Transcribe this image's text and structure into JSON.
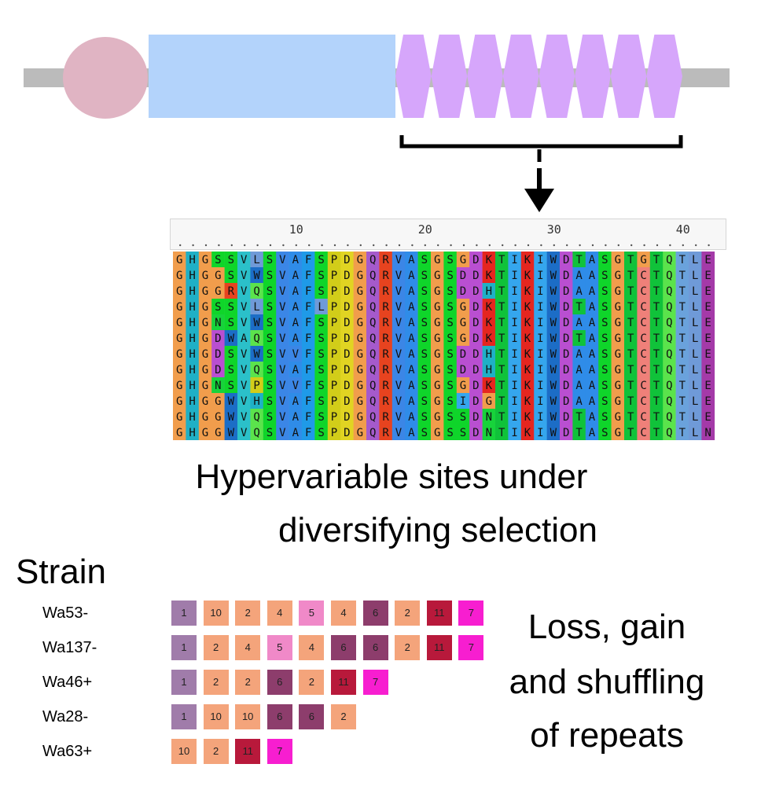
{
  "domain_diagram": {
    "colors": {
      "backbone": "#bbbbbb",
      "n_domain": "#e0b4c3",
      "middle_domain": "#b3d3fb",
      "repeat_unit": "#d6a6fb",
      "bracket": "#000000"
    },
    "repeat_unit_count": 8
  },
  "alignment": {
    "ruler_ticks": [
      "10",
      "20",
      "30",
      "40"
    ],
    "ruler_tick_positions": [
      10,
      20,
      30,
      40
    ],
    "sequences": [
      "GHGSSVLSVAFSPDGQRVASGSGDKTIKIWDTASGTGTQTLE",
      "GHGGSVWSVAFSPDGQRVASGSDDKTIKIWDAASGTCTQTLE",
      "GHGGRVQSVAFSPDGQRVASGSDDHTIKIWDAASGTCTQTLE",
      "GHGSSVLSVAFLPDGQRVASGSGDKTIKIWDTASGTCTQTLE",
      "GHGNSVWSVAFSPDGQRVASGSGDKTIKIWDAASGTCTQTLE",
      "GHGDWAQSVAFSPDGQRVASGSGDKTIKIWDTASGTCTQTLE",
      "GHGDSVWSVVFSPDGQRVASGSDDHTIKIWDAASGTCTQTLE",
      "GHGDSVQSVAFSPDGQRVASGSDDHTIKIWDAASGTCTQTLE",
      "GHGNSVPSVVFSPDGQRVASGSGDKTIKIWDAASGTCTQTLE",
      "GHGGWVHSVAFSPDGQRVASGSIDGTIKIWDAASGTCTQTLE",
      "GHGGWVQSVAFSPDGQRVASGSSDNTIKIWDTASGTCTQTLE",
      "GHGGWVQSVAFSPDGQRVASGSSDNTIKIWDTASGTCTQTLN"
    ],
    "residue_colors": {
      "G": "#f19d4c",
      "H": "#1fb0c6",
      "S": "#0fd52a",
      "N": "#17d33b",
      "V": "#3b86e6",
      "L": "#6f9ad8",
      "W": "#1c6dc6",
      "R": "#e7431f",
      "Q": "#5be34c",
      "A": "#2f8ce8",
      "F": "#1f9ae8",
      "P": "#d2cd19",
      "D": "#b94fd1",
      "K": "#e5261f",
      "T": "#10c23a",
      "I": "#35a6ed",
      "C": "#ef8079",
      "E": "#9b3fb0"
    },
    "column_color_overrides": {
      "5": "#2bc0c9",
      "13": "#e1d422",
      "15": "#a55acc",
      "39": "#6aa2dc",
      "41": "#a43aa8"
    }
  },
  "captions": {
    "hypervariable_line1": "Hypervariable sites under",
    "hypervariable_line2": "diversifying selection",
    "strain_title": "Strain",
    "loss_line1": "Loss, gain",
    "loss_line2": "and shuffling",
    "loss_line3": "of repeats"
  },
  "strains": [
    {
      "name": "Wa53-",
      "repeats": [
        "1",
        "10",
        "2",
        "4",
        "5",
        "4",
        "6",
        "2",
        "11",
        "7"
      ]
    },
    {
      "name": "Wa137-",
      "repeats": [
        "1",
        "2",
        "4",
        "5",
        "4",
        "6",
        "6",
        "2",
        "11",
        "7"
      ]
    },
    {
      "name": "Wa46+",
      "repeats": [
        "1",
        "2",
        "2",
        "6",
        "2",
        "11",
        "7"
      ]
    },
    {
      "name": "Wa28-",
      "repeats": [
        "1",
        "10",
        "10",
        "6",
        "6",
        "2"
      ]
    },
    {
      "name": "Wa63+",
      "repeats": [
        "10",
        "2",
        "11",
        "7"
      ]
    }
  ],
  "repeat_colors": {
    "1": "#a07caa",
    "2": "#f4a47b",
    "4": "#f4a47b",
    "5": "#f089c8",
    "6": "#8d3d6c",
    "7": "#f71ed0",
    "10": "#f4a47b",
    "11": "#b8193b"
  }
}
